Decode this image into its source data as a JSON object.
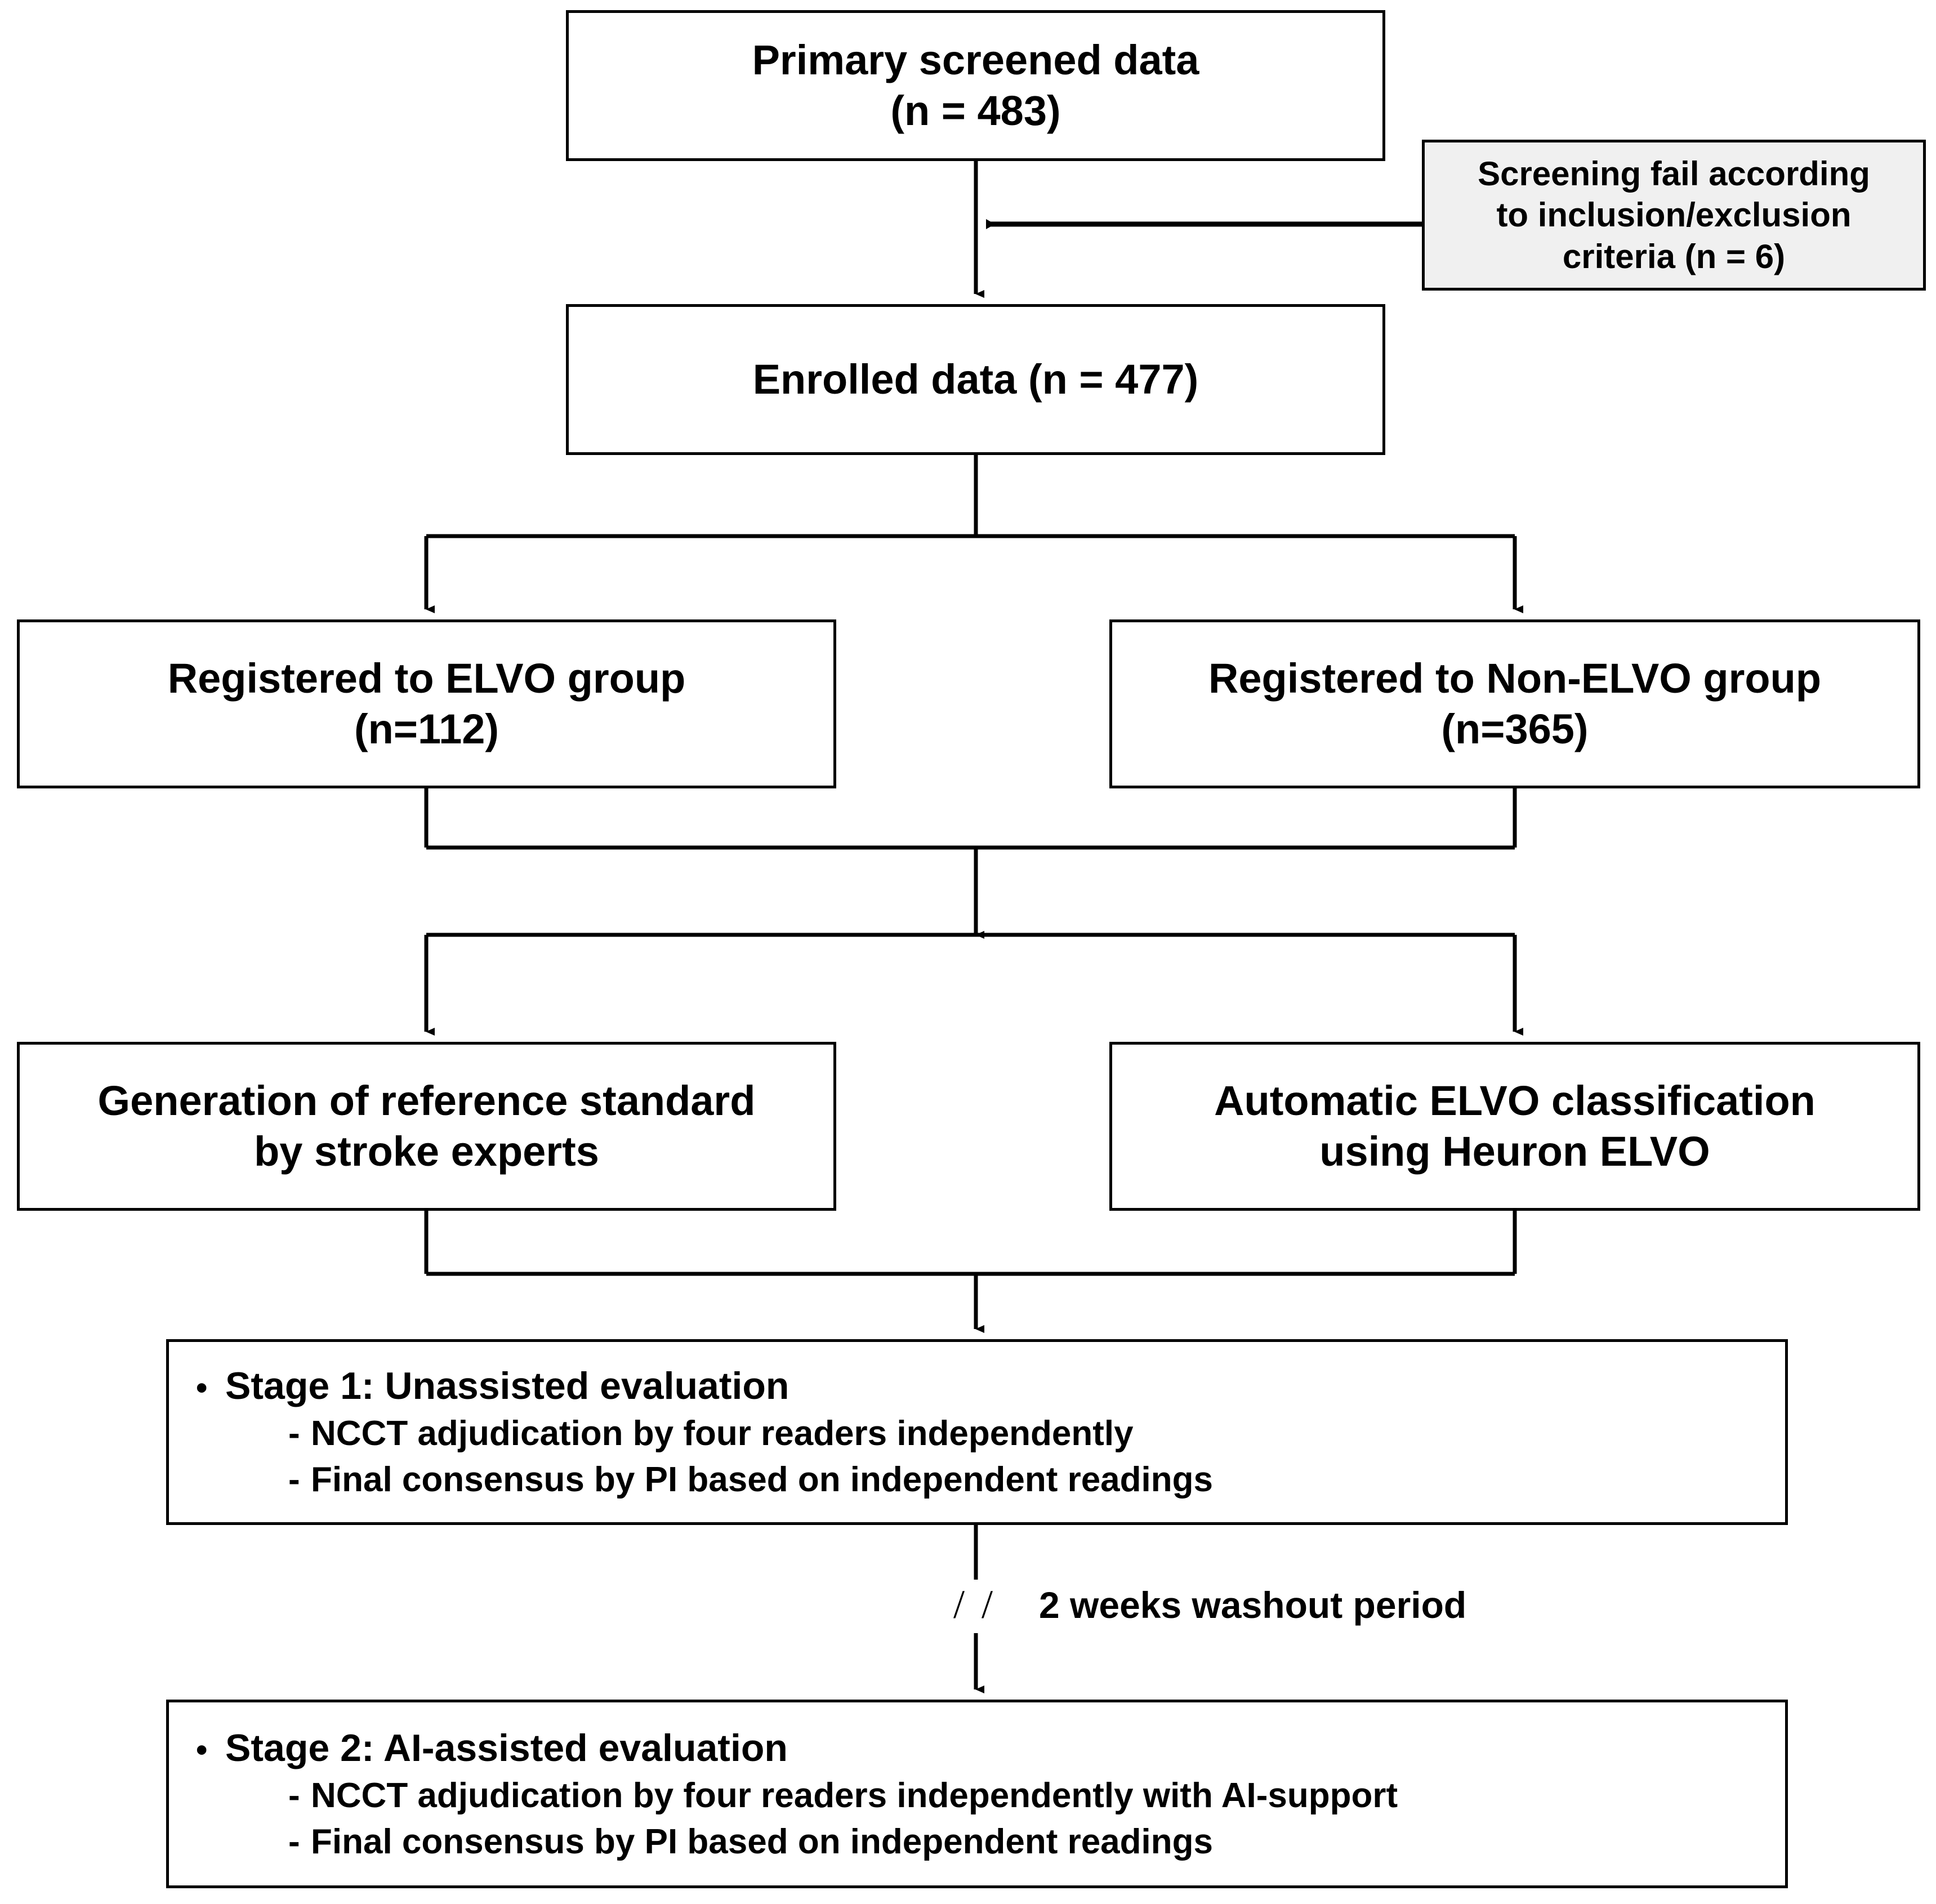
{
  "diagram": {
    "type": "flowchart",
    "title": "Study enrollment and reader evaluation flowchart",
    "nodes": {
      "primary": {
        "line1": "Primary screened data",
        "line2": "(n = 483)"
      },
      "screening_fail": {
        "line1": "Screening fail according",
        "line2": "to inclusion/exclusion",
        "line3": "criteria (n = 6)",
        "fill": "#f0f0f0"
      },
      "enrolled": {
        "line1": "Enrolled data (n = 477)"
      },
      "elvo_group": {
        "line1": "Registered to ELVO group",
        "line2": "(n=112)"
      },
      "non_elvo_group": {
        "line1": "Registered to Non-ELVO group",
        "line2": "(n=365)"
      },
      "reference_standard": {
        "line1": "Generation of reference standard",
        "line2": "by stroke experts"
      },
      "automatic_classification": {
        "line1": "Automatic ELVO classification",
        "line2": "using Heuron ELVO"
      },
      "stage1": {
        "bullet_marker": "•",
        "heading": "Stage 1: Unassisted evaluation",
        "sub_marker": "-",
        "sub1": "NCCT adjudication by four readers independently",
        "sub2": "Final consensus by PI based on independent readings"
      },
      "stage2": {
        "bullet_marker": "•",
        "heading": "Stage 2: AI-assisted evaluation",
        "sub_marker": "-",
        "sub1": "NCCT adjudication by four readers independently with AI-support",
        "sub2": "Final consensus by PI based on independent readings"
      }
    },
    "edge_labels": {
      "washout_break_marker": "/ /",
      "washout_text": "2 weeks washout period"
    },
    "colors": {
      "stroke": "#000000",
      "background": "#ffffff",
      "shaded_fill": "#f0f0f0"
    }
  }
}
